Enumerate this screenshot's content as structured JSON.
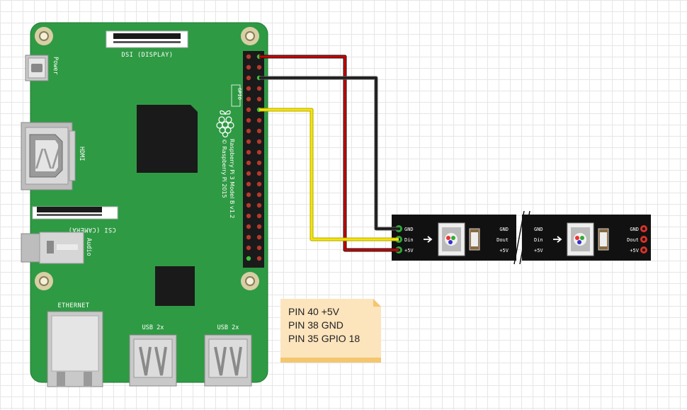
{
  "board": {
    "dsi_label": "DSI (DISPLAY)",
    "csi_label": "CSI (CAMERA)",
    "hdmi_label": "HDMI",
    "power_label": "Power",
    "audio_label": "Audio",
    "ethernet_label": "ETHERNET",
    "usb1_label": "USB 2x",
    "usb2_label": "USB 2x",
    "gpio_label": "GPIO",
    "model_line1": "Raspberry Pi 3 Model B v1.2",
    "model_line2": "© Raspberry Pi 2015"
  },
  "strip": {
    "seg1_left_pins": [
      "GND",
      "Din",
      "+5V"
    ],
    "seg1_right_pins": [
      "GND",
      "Dout",
      "+5V"
    ],
    "seg2_left_pins": [
      "GND",
      "Din",
      "+5V"
    ],
    "seg2_right_pins": [
      "GND",
      "Dout",
      "+5V"
    ]
  },
  "note": {
    "line1": "PIN 40 +5V",
    "line2": "PIN 38 GND",
    "line3": "PIN 35 GPIO 18"
  },
  "colors": {
    "board": "#2f9a44",
    "wire_red": "#cc0000",
    "wire_black": "#1a1a1a",
    "wire_yellow": "#f5e50a",
    "strip": "#111111",
    "note": "#fce4bd"
  }
}
